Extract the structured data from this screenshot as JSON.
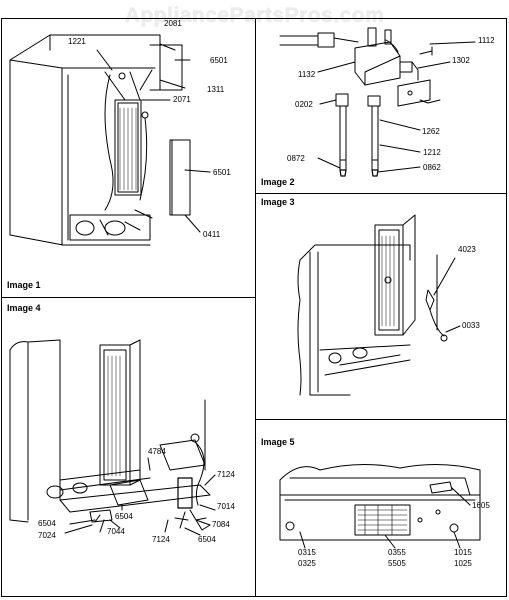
{
  "watermark": "AppliancePartsPros.com",
  "panels": [
    {
      "title": "Image 1",
      "parts": [
        "1221",
        "2081",
        "6501",
        "1311",
        "2071",
        "6501",
        "0411"
      ]
    },
    {
      "title": "Image 2",
      "parts": [
        "1112",
        "1302",
        "1132",
        "0202",
        "1262",
        "1212",
        "0872",
        "0862"
      ]
    },
    {
      "title": "Image 3",
      "parts": [
        "4023",
        "0033"
      ]
    },
    {
      "title": "Image 4",
      "parts": [
        "4784",
        "7124",
        "7014",
        "7084",
        "6504",
        "6504",
        "7044",
        "7024",
        "7124",
        "6504"
      ]
    },
    {
      "title": "Image 5",
      "parts": [
        "1605",
        "0315",
        "0325",
        "0355",
        "5505",
        "1015",
        "1025"
      ]
    }
  ]
}
